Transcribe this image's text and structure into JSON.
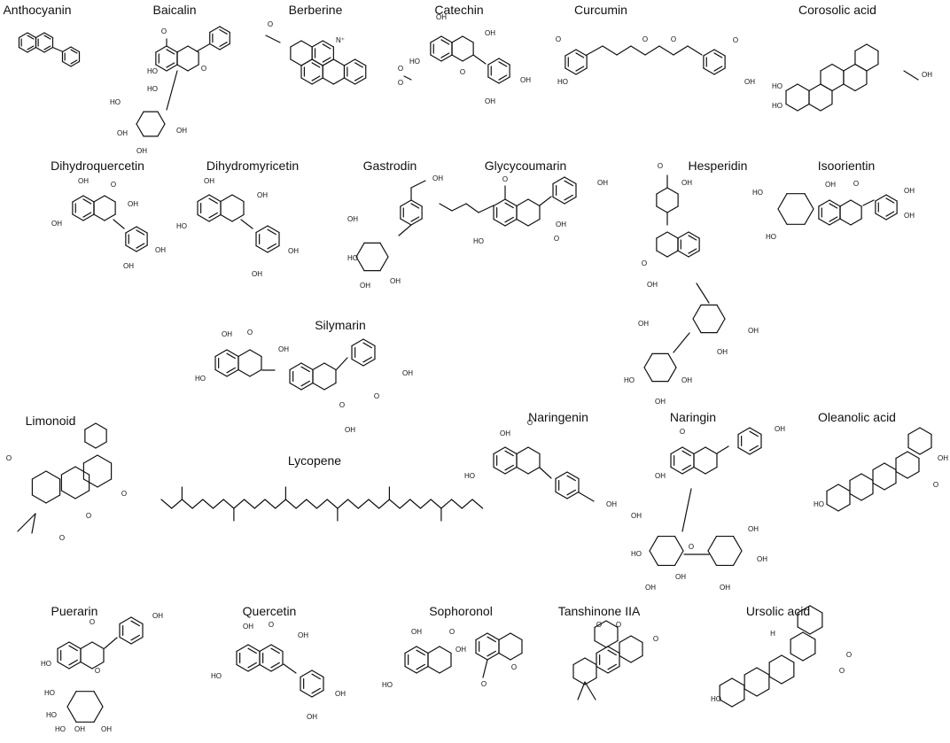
{
  "compounds": [
    {
      "id": "anthocyanin",
      "name": "Anthocyanin"
    },
    {
      "id": "baicalin",
      "name": "Baicalin"
    },
    {
      "id": "berberine",
      "name": "Berberine"
    },
    {
      "id": "catechin",
      "name": "Catechin"
    },
    {
      "id": "curcumin",
      "name": "Curcumin"
    },
    {
      "id": "corosolic-acid",
      "name": "Corosolic acid"
    },
    {
      "id": "dihydroquercetin",
      "name": "Dihydroquercetin"
    },
    {
      "id": "dihydromyricetin",
      "name": "Dihydromyricetin"
    },
    {
      "id": "gastrodin",
      "name": "Gastrodin"
    },
    {
      "id": "glycycoumarin",
      "name": "Glycycoumarin"
    },
    {
      "id": "hesperidin",
      "name": "Hesperidin"
    },
    {
      "id": "isoorientin",
      "name": "Isoorientin"
    },
    {
      "id": "silymarin",
      "name": "Silymarin"
    },
    {
      "id": "limonoid",
      "name": "Limonoid"
    },
    {
      "id": "lycopene",
      "name": "Lycopene"
    },
    {
      "id": "naringenin",
      "name": "Naringenin"
    },
    {
      "id": "naringin",
      "name": "Naringin"
    },
    {
      "id": "oleanolic-acid",
      "name": "Oleanolic acid"
    },
    {
      "id": "puerarin",
      "name": "Puerarin"
    },
    {
      "id": "quercetin",
      "name": "Quercetin"
    },
    {
      "id": "sophoronol",
      "name": "Sophoronol"
    },
    {
      "id": "tanshinone-iia",
      "name": "Tanshinone IIA"
    },
    {
      "id": "ursolic-acid",
      "name": "Ursolic acid"
    }
  ],
  "atom_labels": {
    "oh": "OH",
    "ho": "HO",
    "o": "O",
    "h": "H",
    "n_plus": "N⁺"
  }
}
